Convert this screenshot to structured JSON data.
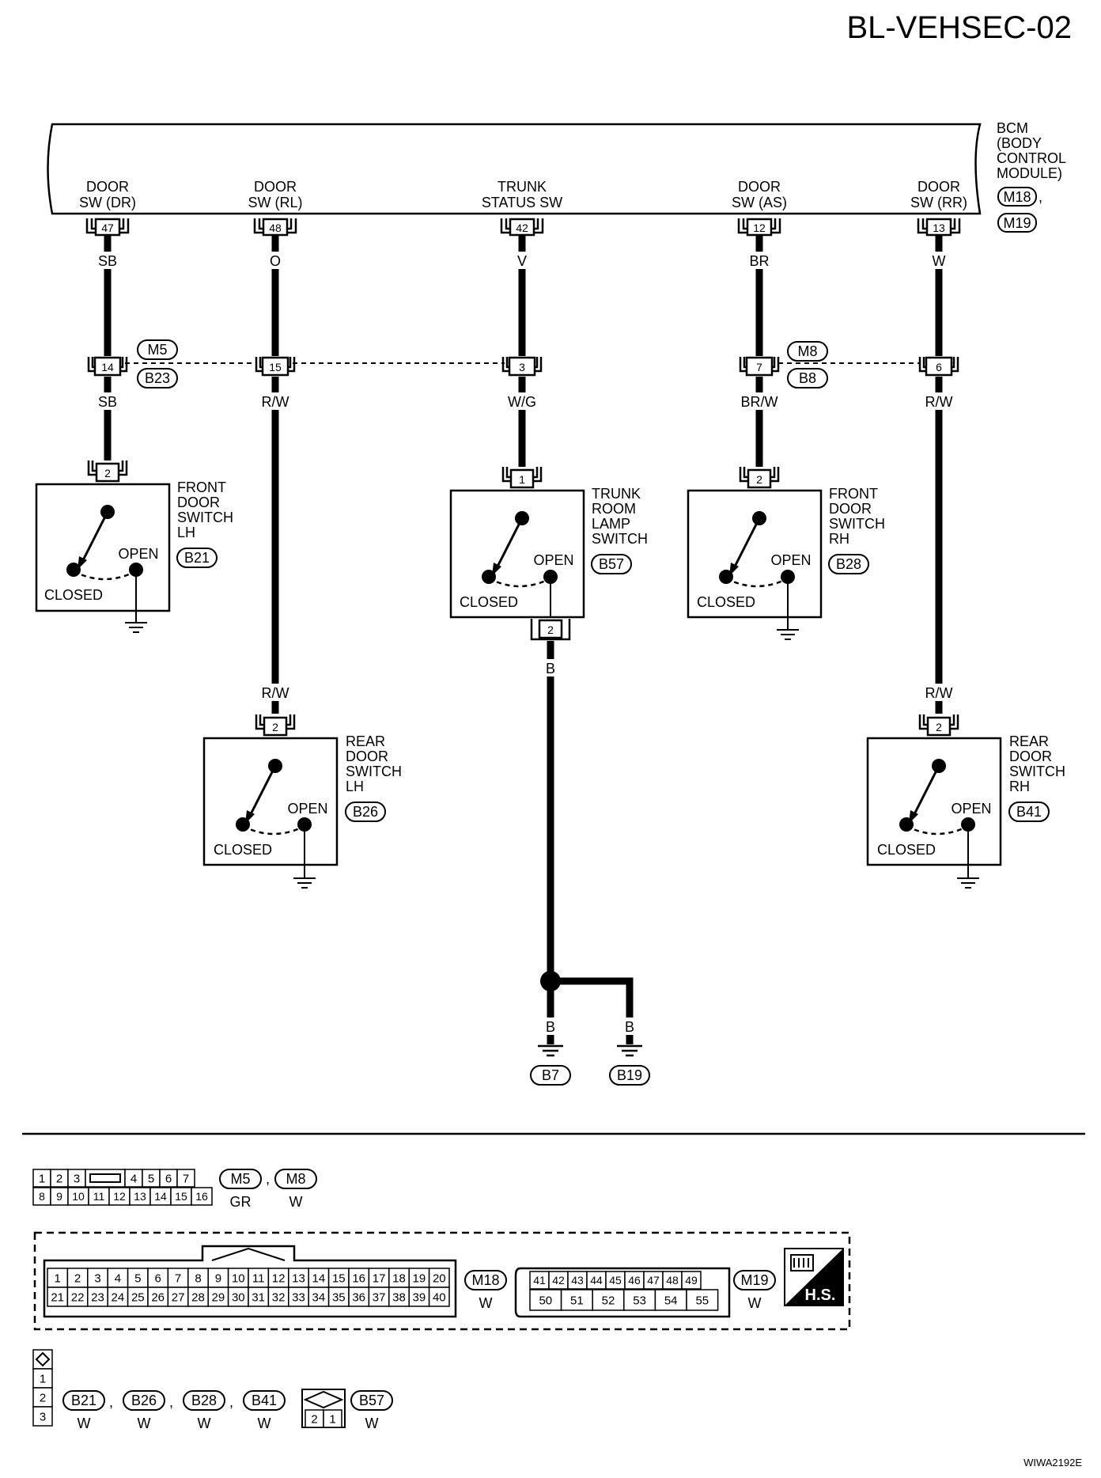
{
  "title": "BL-VEHSEC-02",
  "footer_code": "WIWA2192E",
  "bcm": {
    "label_lines": [
      "BCM",
      "(BODY",
      "CONTROL",
      "MODULE)"
    ],
    "connectors": [
      "M18",
      "M19"
    ],
    "separator": ","
  },
  "bcm_terminals": [
    {
      "label_lines": [
        "DOOR",
        "SW (DR)"
      ],
      "pin": "47",
      "wire_color": "SB"
    },
    {
      "label_lines": [
        "DOOR",
        "SW (RL)"
      ],
      "pin": "48",
      "wire_color": "O"
    },
    {
      "label_lines": [
        "TRUNK",
        "STATUS SW"
      ],
      "pin": "42",
      "wire_color": "V"
    },
    {
      "label_lines": [
        "DOOR",
        "SW (AS)"
      ],
      "pin": "12",
      "wire_color": "BR"
    },
    {
      "label_lines": [
        "DOOR",
        "SW (RR)"
      ],
      "pin": "13",
      "wire_color": "W"
    }
  ],
  "joint_connectors": {
    "left": {
      "top": "M5",
      "bottom": "B23"
    },
    "right": {
      "top": "M8",
      "bottom": "B8"
    }
  },
  "joint_pins": [
    {
      "pin": "14",
      "wire_color_below": "SB"
    },
    {
      "pin": "15",
      "wire_color_below": "R/W"
    },
    {
      "pin": "3",
      "wire_color_below": "W/G"
    },
    {
      "pin": "7",
      "wire_color_below": "BR/W"
    },
    {
      "pin": "6",
      "wire_color_below": "R/W"
    }
  ],
  "switches": [
    {
      "label_lines": [
        "FRONT",
        "DOOR",
        "SWITCH",
        "LH"
      ],
      "connector": "B21",
      "pin_in": "2",
      "open": "OPEN",
      "closed": "CLOSED"
    },
    {
      "label_lines": [
        "TRUNK",
        "ROOM",
        "LAMP",
        "SWITCH"
      ],
      "connector": "B57",
      "pin_in": "1",
      "pin_out": "2",
      "open": "OPEN",
      "closed": "CLOSED"
    },
    {
      "label_lines": [
        "FRONT",
        "DOOR",
        "SWITCH",
        "RH"
      ],
      "connector": "B28",
      "pin_in": "2",
      "open": "OPEN",
      "closed": "CLOSED"
    },
    {
      "label_lines": [
        "REAR",
        "DOOR",
        "SWITCH",
        "LH"
      ],
      "connector": "B26",
      "pin_in": "2",
      "wire_color_above": "R/W",
      "open": "OPEN",
      "closed": "CLOSED"
    },
    {
      "label_lines": [
        "REAR",
        "DOOR",
        "SWITCH",
        "RH"
      ],
      "connector": "B41",
      "pin_in": "2",
      "wire_color_above": "R/W",
      "open": "OPEN",
      "closed": "CLOSED"
    }
  ],
  "trunk_ground": {
    "wire_color": "B",
    "branch_color": "B",
    "grounds": [
      "B7",
      "B19"
    ]
  },
  "connector_views": {
    "m5_m8": {
      "row1": [
        "1",
        "2",
        "3",
        "",
        "4",
        "5",
        "6",
        "7"
      ],
      "row2": [
        "8",
        "9",
        "10",
        "11",
        "12",
        "13",
        "14",
        "15",
        "16"
      ],
      "tags": [
        {
          "name": "M5",
          "color": "GR"
        },
        {
          "name": "M8",
          "color": "W"
        }
      ],
      "separator": ","
    },
    "m18": {
      "row1": [
        "1",
        "2",
        "3",
        "4",
        "5",
        "6",
        "7",
        "8",
        "9",
        "10",
        "11",
        "12",
        "13",
        "14",
        "15",
        "16",
        "17",
        "18",
        "19",
        "20"
      ],
      "row2": [
        "21",
        "22",
        "23",
        "24",
        "25",
        "26",
        "27",
        "28",
        "29",
        "30",
        "31",
        "32",
        "33",
        "34",
        "35",
        "36",
        "37",
        "38",
        "39",
        "40"
      ],
      "tag": {
        "name": "M18",
        "color": "W"
      }
    },
    "m19": {
      "row1": [
        "41",
        "42",
        "43",
        "44",
        "45",
        "46",
        "47",
        "48",
        "49"
      ],
      "row2": [
        "50",
        "51",
        "52",
        "53",
        "54",
        "55"
      ],
      "tag": {
        "name": "M19",
        "color": "W"
      }
    },
    "hs_badge": "H.S.",
    "b_group": {
      "pins": [
        "1",
        "2",
        "3"
      ],
      "tags": [
        {
          "name": "B21",
          "color": "W"
        },
        {
          "name": "B26",
          "color": "W"
        },
        {
          "name": "B28",
          "color": "W"
        },
        {
          "name": "B41",
          "color": "W"
        }
      ],
      "separator": ","
    },
    "b57": {
      "pins": [
        "2",
        "1"
      ],
      "tag": {
        "name": "B57",
        "color": "W"
      }
    }
  }
}
